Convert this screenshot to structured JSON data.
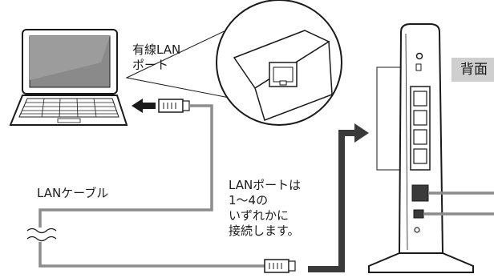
{
  "labels": {
    "port_label": [
      "有線LAN",
      "ポート"
    ],
    "cable_label": "LANケーブル",
    "note": [
      "LANポートは",
      "1〜4の",
      "いずれかに",
      "接続します。"
    ],
    "back_badge": "背面"
  },
  "colors": {
    "ink": "#1a1a1a",
    "cable": "#8c8c8c",
    "arrow": "#3a3a3a",
    "badge_bg": "#cfcfcf",
    "screen": "#8a8a8a"
  },
  "icons": [
    "laptop-icon",
    "lan-port-icon",
    "lan-plug-icon",
    "router-icon",
    "left-arrow-icon",
    "right-arrow-icon",
    "cable-break-icon"
  ]
}
